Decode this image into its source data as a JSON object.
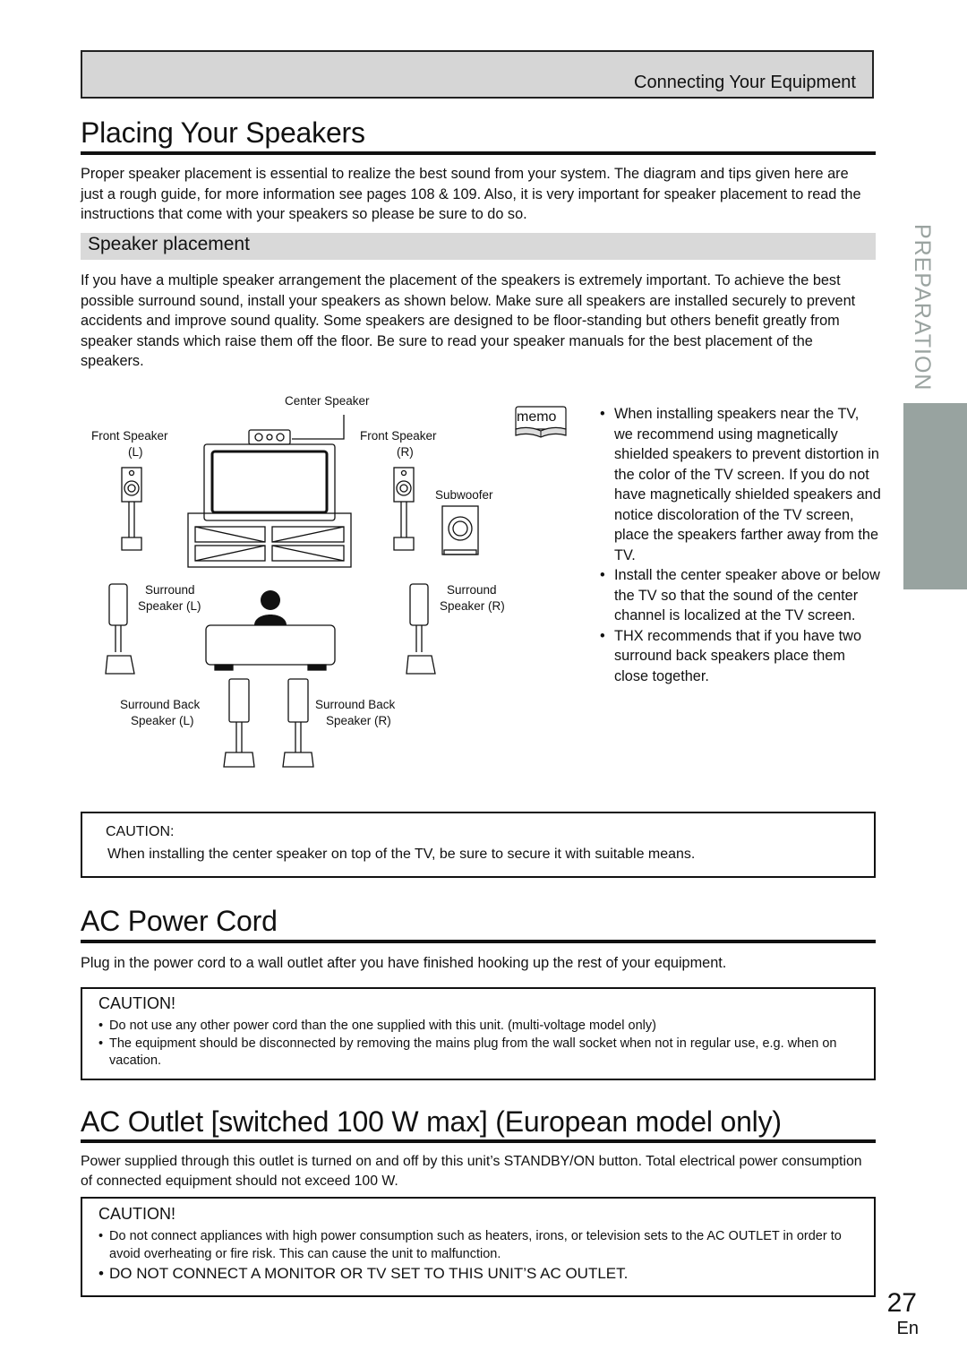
{
  "header": {
    "section": "Connecting Your Equipment"
  },
  "side_tab": {
    "label": "PREPARATION"
  },
  "speakers_section": {
    "title": "Placing Your Speakers",
    "intro": "Proper speaker placement is essential to realize the best sound from your system. The diagram and tips given here are just a rough guide, for more information see pages 108 & 109. Also, it is very important for speaker placement to read the instructions that come with your speakers so please be sure to do so.",
    "sub_heading": "Speaker placement",
    "body": "If you have a multiple speaker arrangement the placement of the speakers is extremely important. To achieve the best possible surround sound, install your speakers as shown below. Make sure all speakers are installed securely to prevent accidents and improve sound quality. Some speakers are designed to be floor-standing but others benefit greatly from speaker stands which raise them off the floor. Be sure to read your speaker manuals for the best placement of the speakers."
  },
  "diagram": {
    "center": "Center Speaker",
    "front_l_1": "Front Speaker",
    "front_l_2": "(L)",
    "front_r_1": "Front Speaker",
    "front_r_2": "(R)",
    "subwoofer": "Subwoofer",
    "surround_l_1": "Surround",
    "surround_l_2": "Speaker (L)",
    "surround_r_1": "Surround",
    "surround_r_2": "Speaker (R)",
    "back_l_1": "Surround Back",
    "back_l_2": "Speaker (L)",
    "back_r_1": "Surround Back",
    "back_r_2": "Speaker (R)"
  },
  "memo": {
    "label": "memo",
    "tips": [
      "When installing speakers near the TV, we recommend using magnetically shielded speakers to prevent distortion in the color of the TV screen. If you do not have magnetically shielded speakers and notice discoloration of the TV screen, place the speakers farther away from the TV.",
      "Install the center speaker above or below the TV so that the sound of the center channel is localized at the TV screen.",
      "THX recommends that if you have two surround back speakers place them close together."
    ]
  },
  "caution1": {
    "title": "CAUTION:",
    "text": "When installing the center speaker on top of the TV, be sure to secure it with suitable means."
  },
  "ac_cord": {
    "title": "AC Power Cord",
    "text": "Plug in the power cord to a wall outlet after you have finished hooking up the rest of your equipment.",
    "caution_title": "CAUTION!",
    "cautions": [
      "Do not use any other power cord than the one supplied with this unit. (multi-voltage model only)",
      "The equipment should be disconnected by removing the mains plug from the wall socket when not in regular use, e.g. when on vacation."
    ]
  },
  "ac_outlet": {
    "title": "AC Outlet  [switched 100 W max] (European model only)",
    "text": "Power supplied through this outlet is turned on and off by this unit’s STANDBY/ON button. Total electrical power consumption of connected equipment should not exceed 100 W.",
    "caution_title": "CAUTION!",
    "caution_1": "Do not connect appliances with high power consumption such as heaters, irons, or television sets to the AC OUTLET in order to avoid overheating or fire risk. This can cause the unit to malfunction.",
    "caution_2": "DO NOT CONNECT A MONITOR OR TV SET TO THIS UNIT’S AC OUTLET."
  },
  "footer": {
    "page": "27",
    "lang": "En"
  }
}
